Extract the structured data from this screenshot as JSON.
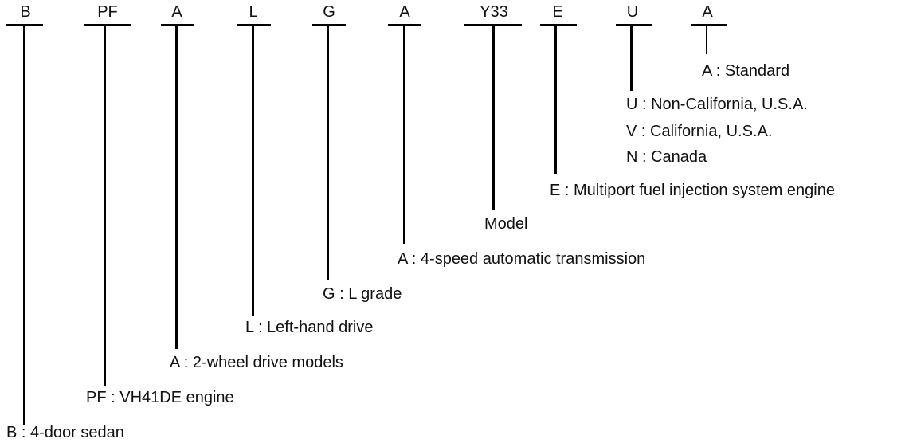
{
  "codes": [
    "B",
    "PF",
    "A",
    "L",
    "G",
    "A",
    "Y33",
    "E",
    "U",
    "A"
  ],
  "labels": {
    "body_type": "B : 4-door sedan",
    "engine": "PF : VH41DE engine",
    "drive": "A : 2-wheel drive models",
    "steering": "L : Left-hand drive",
    "grade": "G : L grade",
    "transmission": "A : 4-speed automatic transmission",
    "model": "Model",
    "fuel_system": "E : Multiport fuel injection system engine",
    "destination": [
      "U : Non-California, U.S.A.",
      "V : California, U.S.A.",
      "N : Canada"
    ],
    "spec": "A : Standard"
  }
}
